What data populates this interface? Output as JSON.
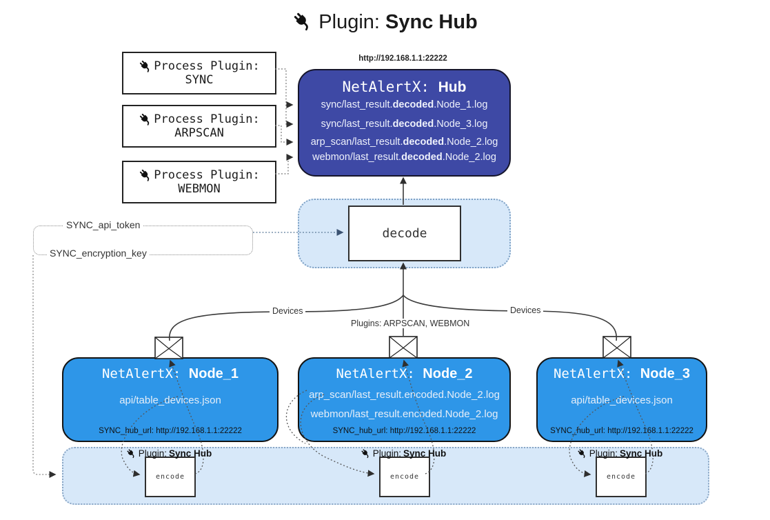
{
  "title": {
    "icon": "plug-icon",
    "prefix": "Plugin: ",
    "name": "Sync Hub"
  },
  "process_plugins": [
    {
      "label": "Process Plugin:",
      "name": "SYNC"
    },
    {
      "label": "Process Plugin:",
      "name": "ARPSCAN"
    },
    {
      "label": "Process Plugin:",
      "name": "WEBMON"
    }
  ],
  "hub": {
    "url": "http://192.168.1.1:22222",
    "title_prefix": "NetAlertX: ",
    "title_name": "Hub",
    "logs": [
      {
        "pre": "sync/last_result.",
        "bold": "decoded",
        "post": ".Node_1.log"
      },
      {
        "pre": "sync/last_result.",
        "bold": "decoded",
        "post": ".Node_3.log"
      },
      {
        "pre": "arp_scan/last_result.",
        "bold": "decoded",
        "post": ".Node_2.log"
      },
      {
        "pre": "webmon/last_result.",
        "bold": "decoded",
        "post": ".Node_2.log"
      }
    ]
  },
  "decode": {
    "label": "decode"
  },
  "secrets": {
    "api_token": "SYNC_api_token",
    "encryption_key": "SYNC_encryption_key"
  },
  "edges": {
    "devices_left": "Devices",
    "plugins_center": "Plugins: ARPSCAN, WEBMON",
    "devices_right": "Devices"
  },
  "nodes": [
    {
      "title_prefix": "NetAlertX: ",
      "title_name": "Node_1",
      "files": [
        "api/table_devices.json"
      ],
      "hub_url": "SYNC_hub_url: http://192.168.1.1:22222"
    },
    {
      "title_prefix": "NetAlertX: ",
      "title_name": "Node_2",
      "files": [
        "arp_scan/last_result.encoded.Node_2.log",
        "webmon/last_result.encoded.Node_2.log"
      ],
      "hub_url": "SYNC_hub_url: http://192.168.1.1:22222"
    },
    {
      "title_prefix": "NetAlertX: ",
      "title_name": "Node_3",
      "files": [
        "api/table_devices.json"
      ],
      "hub_url": "SYNC_hub_url: http://192.168.1.1:22222"
    }
  ],
  "encoders": [
    {
      "plugin_prefix": "Plugin: ",
      "plugin_name": "Sync Hub",
      "box_label": "encode"
    },
    {
      "plugin_prefix": "Plugin: ",
      "plugin_name": "Sync Hub",
      "box_label": "encode"
    },
    {
      "plugin_prefix": "Plugin: ",
      "plugin_name": "Sync Hub",
      "box_label": "encode"
    }
  ],
  "colors": {
    "hub": "#3e49a5",
    "node": "#2e96e8",
    "panel": "#d7e8f9",
    "ink": "#222222",
    "line": "#3a3a3a"
  }
}
